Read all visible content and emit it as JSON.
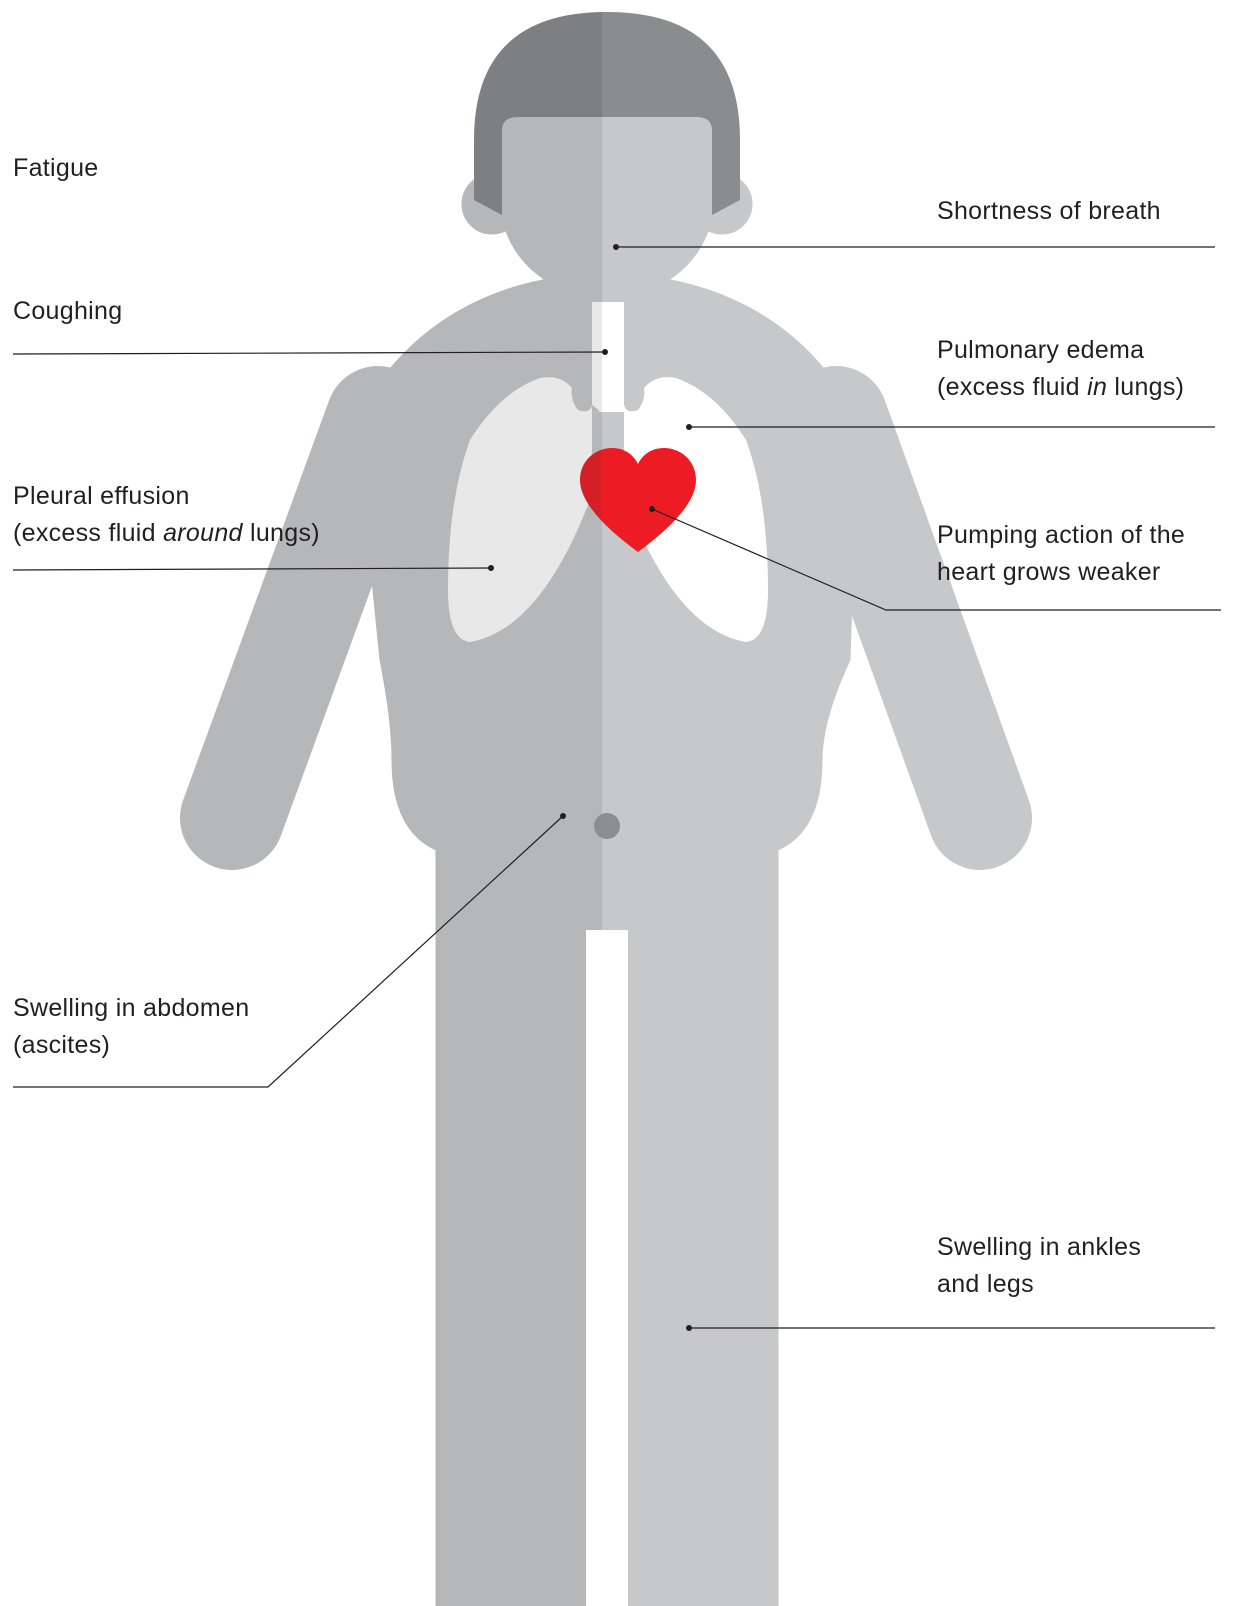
{
  "colors": {
    "body_left": "#b6b7b9",
    "body_right": "#c7c8ca",
    "hair_left": "#7e7f82",
    "hair_right": "#8b8c8e",
    "lung_left": "#e8e8e8",
    "lung_right": "#ffffff",
    "heart_left": "#d41f26",
    "heart_right": "#ed1c24",
    "navel": "#8d8e90",
    "leader_line": "#231f20"
  },
  "labels": {
    "fatigue": {
      "line1": "Fatigue"
    },
    "coughing": {
      "line1": "Coughing"
    },
    "pleural": {
      "line1": "Pleural effusion",
      "line2_pre": "(excess fluid ",
      "line2_em": "around",
      "line2_post": " lungs)"
    },
    "abdomen": {
      "line1": "Swelling in abdomen",
      "line2": "(ascites)"
    },
    "breath": {
      "line1": "Shortness of breath"
    },
    "pulmonary": {
      "line1": "Pulmonary edema",
      "line2_pre": "(excess fluid ",
      "line2_em": "in",
      "line2_post": " lungs)"
    },
    "pumping": {
      "line1": "Pumping action of the",
      "line2": "heart grows weaker"
    },
    "ankles": {
      "line1": "Swelling in ankles",
      "line2": "and legs"
    }
  },
  "icons": {
    "figure": "human-body-icon",
    "heart": "heart-icon",
    "lungs": "lungs-icon"
  }
}
